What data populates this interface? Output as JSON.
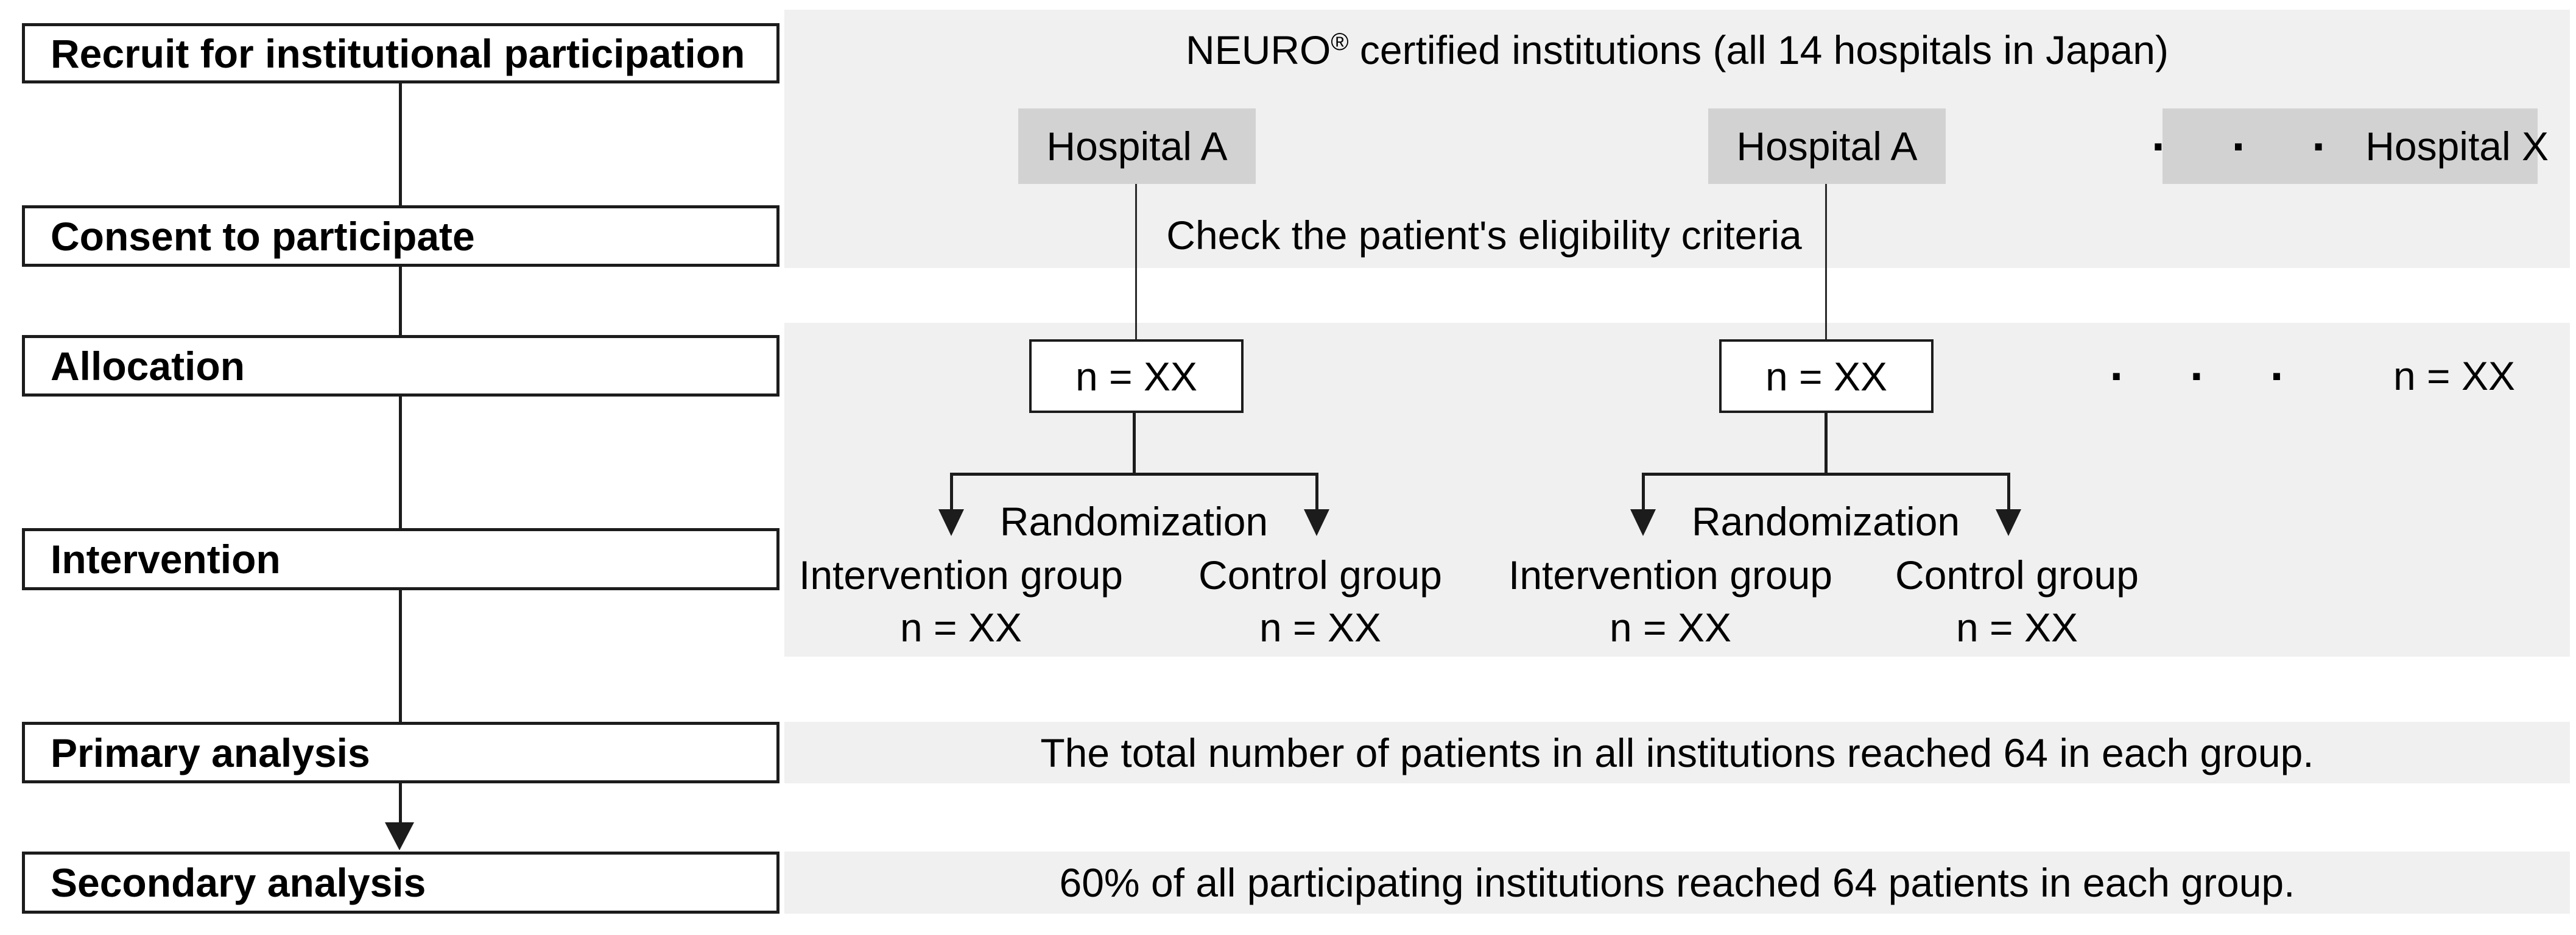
{
  "palette": {
    "band_background": "#f0f0f0",
    "hospital_box_background": "#d2d2d2",
    "line_and_border": "#1c1c1c",
    "text": "#000000"
  },
  "left_flow": {
    "steps": [
      {
        "label": "Recruit for institutional participation"
      },
      {
        "label": "Consent to participate"
      },
      {
        "label": "Allocation"
      },
      {
        "label": "Intervention"
      },
      {
        "label": "Primary analysis"
      },
      {
        "label": "Secondary analysis"
      }
    ]
  },
  "right": {
    "header": {
      "name": "NEURO",
      "reg": "®",
      "rest": " certified institutions (all 14 hospitals in Japan)"
    },
    "hospitals": [
      {
        "label": "Hospital A"
      },
      {
        "label": "Hospital A"
      }
    ],
    "hospital_more": {
      "dots": "· · ·",
      "label": "Hospital X"
    },
    "eligibility_note": "Check the patient's eligibility criteria",
    "allocation": {
      "boxes": [
        "n = XX",
        "n = XX"
      ],
      "dots": "· · ·",
      "more": "n = XX"
    },
    "randomization": {
      "label": "Randomization",
      "groups": [
        {
          "name": "Intervention group",
          "n": "n = XX"
        },
        {
          "name": "Control group",
          "n": "n = XX"
        }
      ]
    },
    "primary_note": "The total number of patients in all institutions reached 64 in each group.",
    "secondary_note": "60% of all participating institutions reached 64 patients in each group."
  }
}
